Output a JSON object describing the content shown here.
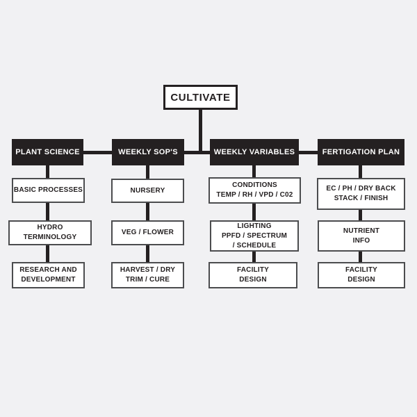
{
  "colors": {
    "background": "#f1f1f3",
    "node_black": "#242021",
    "node_white": "#ffffff",
    "sub_border": "#4b4c4e",
    "connector": "#242021"
  },
  "diagram": {
    "type": "org-chart",
    "root": {
      "label": "CULTIVATE"
    },
    "branches": [
      {
        "header": "PLANT SCIENCE",
        "items": [
          {
            "lines": [
              "BASIC PROCESSES"
            ]
          },
          {
            "lines": [
              "HYDRO TERMINOLOGY"
            ]
          },
          {
            "lines": [
              "RESEARCH AND",
              "DEVELOPMENT"
            ]
          }
        ]
      },
      {
        "header": "WEEKLY SOP'S",
        "items": [
          {
            "lines": [
              "NURSERY"
            ]
          },
          {
            "lines": [
              "VEG / FLOWER"
            ]
          },
          {
            "lines": [
              "HARVEST / DRY",
              "TRIM / CURE"
            ]
          }
        ]
      },
      {
        "header": "WEEKLY VARIABLES",
        "items": [
          {
            "lines": [
              "CONDITIONS",
              "TEMP / RH / VPD / C02"
            ]
          },
          {
            "lines": [
              "LIGHTING",
              "PPFD / SPECTRUM",
              "/ SCHEDULE"
            ]
          },
          {
            "lines": [
              "FACILITY",
              "DESIGN"
            ]
          }
        ]
      },
      {
        "header": "FERTIGATION PLAN",
        "items": [
          {
            "lines": [
              "EC / PH / DRY BACK",
              "STACK / FINISH"
            ]
          },
          {
            "lines": [
              "NUTRIENT",
              "INFO"
            ]
          },
          {
            "lines": [
              "FACILITY",
              "DESIGN"
            ]
          }
        ]
      }
    ]
  }
}
